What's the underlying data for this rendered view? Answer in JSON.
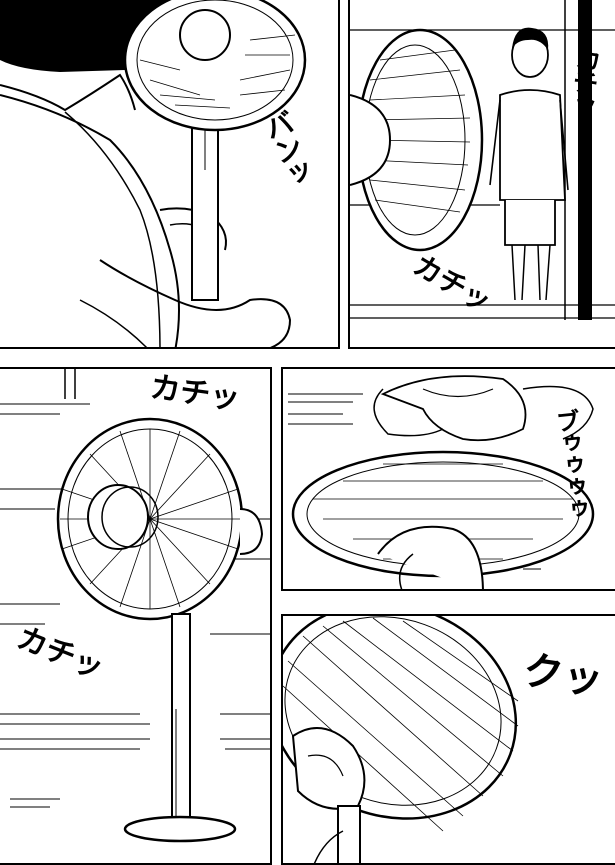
{
  "page": {
    "type": "manga-page",
    "line_color": "#000000",
    "paper_color": "#ffffff"
  },
  "panels": [
    {
      "id": "p1",
      "sfx": [
        {
          "text": "バンッ"
        }
      ]
    },
    {
      "id": "p2",
      "sfx": [
        {
          "text": "カチッ"
        },
        {
          "text": "カチッ"
        }
      ]
    },
    {
      "id": "p3",
      "sfx": [
        {
          "text": "カチッ"
        },
        {
          "text": "カチッ"
        }
      ]
    },
    {
      "id": "p4",
      "sfx": [
        {
          "text": "ブゥゥゥゥ"
        }
      ]
    },
    {
      "id": "p5",
      "sfx": [
        {
          "text": "クッ"
        }
      ]
    }
  ]
}
